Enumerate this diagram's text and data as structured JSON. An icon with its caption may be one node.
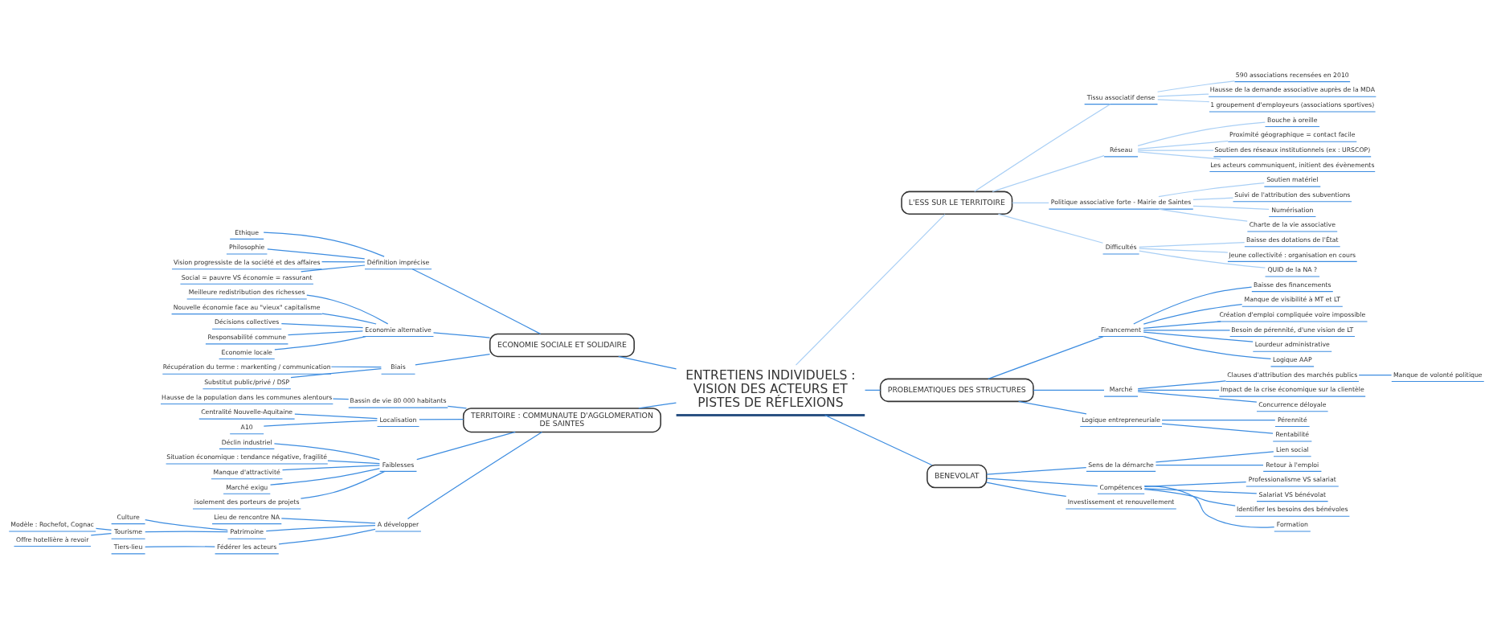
{
  "diagram": {
    "nodes": [
      {
        "text": [
          "ENTRETIENS INDIVIDUELS : VISION DES ACTEURS ET PISTES DE RÉFLEXIONS"
        ]
      },
      {
        "text": [
          "ECONOMIE SOCIALE ET SOLIDAIRE"
        ]
      },
      {
        "text": [
          "Définition imprécise"
        ]
      },
      {
        "text": [
          "Ethique"
        ]
      },
      {
        "text": [
          "Philosophie"
        ]
      },
      {
        "text": [
          "Vision progressiste de la société et des affaires"
        ]
      },
      {
        "text": [
          "Social = pauvre VS économie = rassurant"
        ]
      },
      {
        "text": [
          "Economie alternative"
        ]
      },
      {
        "text": [
          "Meilleure redistribution des richesses"
        ]
      },
      {
        "text": [
          "Nouvelle économie face au \"vieux\" capitalisme"
        ]
      },
      {
        "text": [
          "Décisions collectives"
        ]
      },
      {
        "text": [
          "Responsabilité commune"
        ]
      },
      {
        "text": [
          "Economie locale"
        ]
      },
      {
        "text": [
          "Biais"
        ]
      },
      {
        "text": [
          "Récupération du terme : markenting / communication"
        ]
      },
      {
        "text": [
          "Substitut public/privé / DSP"
        ]
      },
      {
        "text": [
          "TERRITOIRE : COMMUNAUTE D'AGGLOMERATION DE SAINTES"
        ]
      },
      {
        "text": [
          "Bassin de vie 80 000 habitants"
        ]
      },
      {
        "text": [
          "Hausse de la population dans les communes alentours"
        ]
      },
      {
        "text": [
          "Localisation"
        ]
      },
      {
        "text": [
          "Centralité Nouvelle-Aquitaine"
        ]
      },
      {
        "text": [
          "A10"
        ]
      },
      {
        "text": [
          "Faiblesses"
        ]
      },
      {
        "text": [
          "Déclin industriel"
        ]
      },
      {
        "text": [
          "Situation économique : tendance négative, fragilité"
        ]
      },
      {
        "text": [
          "Manque d'attractivité"
        ]
      },
      {
        "text": [
          "Marché exigu"
        ]
      },
      {
        "text": [
          "isolement des porteurs de projets"
        ]
      },
      {
        "text": [
          "A développer"
        ]
      },
      {
        "text": [
          "Lieu de rencontre NA"
        ]
      },
      {
        "text": [
          "Patrimoine"
        ]
      },
      {
        "text": [
          "Culture"
        ]
      },
      {
        "text": [
          "Tourisme"
        ]
      },
      {
        "text": [
          "Modèle : Rochefot, Cognac"
        ]
      },
      {
        "text": [
          "Offre hotellière à revoir"
        ]
      },
      {
        "text": [
          "Fédérer les acteurs"
        ]
      },
      {
        "text": [
          "Tiers-lieu"
        ]
      },
      {
        "text": [
          "L'ESS SUR LE TERRITOIRE"
        ]
      },
      {
        "text": [
          "Tissu associatif dense"
        ]
      },
      {
        "text": [
          "590 associations recensées en 2010"
        ]
      },
      {
        "text": [
          "Hausse de la demande associative auprès de la MDA"
        ]
      },
      {
        "text": [
          "1 groupement d'employeurs (associations sportives)"
        ]
      },
      {
        "text": [
          "Réseau"
        ]
      },
      {
        "text": [
          "Bouche à oreille"
        ]
      },
      {
        "text": [
          "Proximité géographique = contact facile"
        ]
      },
      {
        "text": [
          "Soutien des réseaux institutionnels (ex : URSCOP)"
        ]
      },
      {
        "text": [
          "Les acteurs communiquent, initient des évènements"
        ]
      },
      {
        "text": [
          "Politique associative forte - Mairie de Saintes"
        ]
      },
      {
        "text": [
          "Soutien matériel"
        ]
      },
      {
        "text": [
          "Suivi de l'attribution des subventions"
        ]
      },
      {
        "text": [
          "Numérisation"
        ]
      },
      {
        "text": [
          "Charte de la vie associative"
        ]
      },
      {
        "text": [
          "Difficultés"
        ]
      },
      {
        "text": [
          "Baisse des dotations de l'État"
        ]
      },
      {
        "text": [
          "Jeune collectivité : organisation en cours"
        ]
      },
      {
        "text": [
          "QUID de la NA ?"
        ]
      },
      {
        "text": [
          "PROBLEMATIQUES DES STRUCTURES"
        ]
      },
      {
        "text": [
          "Financement"
        ]
      },
      {
        "text": [
          "Baisse des financements"
        ]
      },
      {
        "text": [
          "Manque de visibilité à MT et LT"
        ]
      },
      {
        "text": [
          "Création d'emploi compliquée voire impossible"
        ]
      },
      {
        "text": [
          "Besoin de pérennité, d'une vision de LT"
        ]
      },
      {
        "text": [
          "Lourdeur administrative"
        ]
      },
      {
        "text": [
          "Logique AAP"
        ]
      },
      {
        "text": [
          "Marché"
        ]
      },
      {
        "text": [
          "Clauses d'attribution des marchés publics"
        ]
      },
      {
        "text": [
          "Manque de volonté politique"
        ]
      },
      {
        "text": [
          "Impact de la crise économique sur la clientèle"
        ]
      },
      {
        "text": [
          "Concurrence déloyale"
        ]
      },
      {
        "text": [
          "Logique entrepreneuriale"
        ]
      },
      {
        "text": [
          "Pérennité"
        ]
      },
      {
        "text": [
          "Rentabilité"
        ]
      },
      {
        "text": [
          "BENEVOLAT"
        ]
      },
      {
        "text": [
          "Sens de la démarche"
        ]
      },
      {
        "text": [
          "Lien social"
        ]
      },
      {
        "text": [
          "Retour à l'emploi"
        ]
      },
      {
        "text": [
          "Compétences"
        ]
      },
      {
        "text": [
          "Professionalisme VS salariat"
        ]
      },
      {
        "text": [
          "Salariat VS bénévolat"
        ]
      },
      {
        "text": [
          "Identifier les besoins des bénévoles"
        ]
      },
      {
        "text": [
          "Formation"
        ]
      },
      {
        "text": [
          "Investissement et renouvellement"
        ]
      }
    ],
    "edges": [
      {
        "from": 0,
        "to": 1,
        "arrow": "none"
      },
      {
        "from": 1,
        "to": 2,
        "arrow": "none"
      },
      {
        "from": 2,
        "to": 3,
        "arrow": "none"
      },
      {
        "from": 2,
        "to": 4,
        "arrow": "none"
      },
      {
        "from": 2,
        "to": 5,
        "arrow": "none"
      },
      {
        "from": 2,
        "to": 6,
        "arrow": "none"
      },
      {
        "from": 1,
        "to": 7,
        "arrow": "none"
      },
      {
        "from": 7,
        "to": 8,
        "arrow": "none"
      },
      {
        "from": 7,
        "to": 9,
        "arrow": "none"
      },
      {
        "from": 7,
        "to": 10,
        "arrow": "none"
      },
      {
        "from": 7,
        "to": 11,
        "arrow": "none"
      },
      {
        "from": 7,
        "to": 12,
        "arrow": "none"
      },
      {
        "from": 1,
        "to": 13,
        "arrow": "none"
      },
      {
        "from": 13,
        "to": 14,
        "arrow": "none"
      },
      {
        "from": 13,
        "to": 15,
        "arrow": "none"
      },
      {
        "from": 0,
        "to": 16,
        "arrow": "none"
      },
      {
        "from": 16,
        "to": 17,
        "arrow": "none"
      },
      {
        "from": 17,
        "to": 18,
        "arrow": "none"
      },
      {
        "from": 16,
        "to": 19,
        "arrow": "none"
      },
      {
        "from": 19,
        "to": 20,
        "arrow": "none"
      },
      {
        "from": 19,
        "to": 21,
        "arrow": "none"
      },
      {
        "from": 16,
        "to": 22,
        "arrow": "none"
      },
      {
        "from": 22,
        "to": 23,
        "arrow": "none"
      },
      {
        "from": 22,
        "to": 24,
        "arrow": "none"
      },
      {
        "from": 22,
        "to": 25,
        "arrow": "none"
      },
      {
        "from": 22,
        "to": 26,
        "arrow": "none"
      },
      {
        "from": 22,
        "to": 27,
        "arrow": "none"
      },
      {
        "from": 16,
        "to": 28,
        "arrow": "none"
      },
      {
        "from": 28,
        "to": 29,
        "arrow": "none"
      },
      {
        "from": 28,
        "to": 30,
        "arrow": "none"
      },
      {
        "from": 30,
        "to": 31,
        "arrow": "none"
      },
      {
        "from": 30,
        "to": 32,
        "arrow": "none"
      },
      {
        "from": 32,
        "to": 33,
        "arrow": "none"
      },
      {
        "from": 32,
        "to": 34,
        "arrow": "none"
      },
      {
        "from": 28,
        "to": 35,
        "arrow": "none"
      },
      {
        "from": 35,
        "to": 36,
        "arrow": "none"
      },
      {
        "from": 0,
        "to": 37,
        "arrow": "none",
        "color": "#a9cff5"
      },
      {
        "from": 37,
        "to": 38,
        "arrow": "none",
        "color": "#a9cff5"
      },
      {
        "from": 38,
        "to": 39,
        "arrow": "none",
        "color": "#a9cff5"
      },
      {
        "from": 38,
        "to": 40,
        "arrow": "none",
        "color": "#a9cff5"
      },
      {
        "from": 38,
        "to": 41,
        "arrow": "none",
        "color": "#a9cff5"
      },
      {
        "from": 37,
        "to": 42,
        "arrow": "none",
        "color": "#a9cff5"
      },
      {
        "from": 42,
        "to": 43,
        "arrow": "none",
        "color": "#a9cff5"
      },
      {
        "from": 42,
        "to": 44,
        "arrow": "none",
        "color": "#a9cff5"
      },
      {
        "from": 42,
        "to": 45,
        "arrow": "none",
        "color": "#a9cff5"
      },
      {
        "from": 42,
        "to": 46,
        "arrow": "none",
        "color": "#a9cff5"
      },
      {
        "from": 37,
        "to": 47,
        "arrow": "none",
        "color": "#a9cff5"
      },
      {
        "from": 47,
        "to": 48,
        "arrow": "none",
        "color": "#a9cff5"
      },
      {
        "from": 47,
        "to": 49,
        "arrow": "none",
        "color": "#a9cff5"
      },
      {
        "from": 47,
        "to": 50,
        "arrow": "none",
        "color": "#a9cff5"
      },
      {
        "from": 47,
        "to": 51,
        "arrow": "none",
        "color": "#a9cff5"
      },
      {
        "from": 37,
        "to": 52,
        "arrow": "none",
        "color": "#a9cff5"
      },
      {
        "from": 52,
        "to": 53,
        "arrow": "none",
        "color": "#a9cff5"
      },
      {
        "from": 52,
        "to": 54,
        "arrow": "none",
        "color": "#a9cff5"
      },
      {
        "from": 52,
        "to": 55,
        "arrow": "none",
        "color": "#a9cff5"
      },
      {
        "from": 0,
        "to": 56,
        "arrow": "none"
      },
      {
        "from": 56,
        "to": 57,
        "arrow": "none"
      },
      {
        "from": 57,
        "to": 58,
        "arrow": "none"
      },
      {
        "from": 57,
        "to": 59,
        "arrow": "none"
      },
      {
        "from": 57,
        "to": 60,
        "arrow": "none"
      },
      {
        "from": 57,
        "to": 61,
        "arrow": "none"
      },
      {
        "from": 57,
        "to": 62,
        "arrow": "none"
      },
      {
        "from": 57,
        "to": 63,
        "arrow": "none"
      },
      {
        "from": 56,
        "to": 64,
        "arrow": "none"
      },
      {
        "from": 64,
        "to": 65,
        "arrow": "none"
      },
      {
        "from": 65,
        "to": 66,
        "arrow": "none"
      },
      {
        "from": 64,
        "to": 67,
        "arrow": "none"
      },
      {
        "from": 64,
        "to": 68,
        "arrow": "none"
      },
      {
        "from": 56,
        "to": 69,
        "arrow": "none"
      },
      {
        "from": 69,
        "to": 70,
        "arrow": "none"
      },
      {
        "from": 69,
        "to": 71,
        "arrow": "none"
      },
      {
        "from": 0,
        "to": 72,
        "arrow": "none"
      },
      {
        "from": 72,
        "to": 73,
        "arrow": "none"
      },
      {
        "from": 73,
        "to": 74,
        "arrow": "none"
      },
      {
        "from": 73,
        "to": 75,
        "arrow": "none"
      },
      {
        "from": 72,
        "to": 76,
        "arrow": "none"
      },
      {
        "from": 76,
        "to": 77,
        "arrow": "none"
      },
      {
        "from": 76,
        "to": 78,
        "arrow": "none"
      },
      {
        "from": 76,
        "to": 79,
        "arrow": "none"
      },
      {
        "from": 76,
        "to": 80,
        "arrow": "none"
      },
      {
        "from": 72,
        "to": 81,
        "arrow": "none"
      }
    ]
  }
}
